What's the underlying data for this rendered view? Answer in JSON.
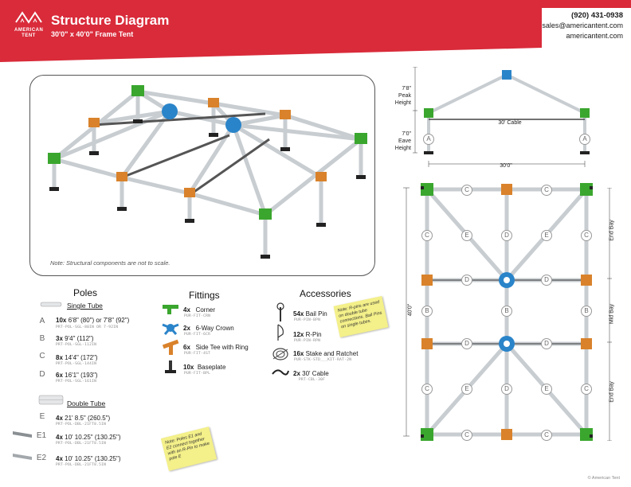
{
  "header": {
    "title": "Structure Diagram",
    "subtitle": "30'0\" x 40'0\" Frame Tent",
    "logo_line1": "AMERICAN",
    "logo_line2": "TENT",
    "phone": "(920) 431-0938",
    "email": "sales@americantent.com",
    "website": "americantent.com"
  },
  "iso_note": "Note: Structural components are not to scale.",
  "side_view": {
    "peak_label_1": "7'8\"",
    "peak_label_2": "Peak",
    "peak_label_3": "Height",
    "eave_label_1": "7'0\"",
    "eave_label_2": "Eave",
    "eave_label_3": "Height",
    "cable_label": "30' Cable",
    "width_label": "30'0\"",
    "pole_left": "A",
    "pole_right": "A"
  },
  "plan_view": {
    "length_label": "40'0\"",
    "bay_top": "End Bay",
    "bay_mid": "Mid Bay",
    "bay_bottom": "End Bay"
  },
  "poles": {
    "title": "Poles",
    "single_tube": "Single Tube",
    "double_tube": "Double Tube",
    "items": [
      {
        "letter": "A",
        "qty": "10x",
        "desc": "6'8\" (80\") or 7'8\" (92\")",
        "pn": "PRT-POL-SGL-80IN OR 7-92IN"
      },
      {
        "letter": "B",
        "qty": "3x",
        "desc": "9'4\" (112\")",
        "pn": "PRT-POL-SGL-112IN"
      },
      {
        "letter": "C",
        "qty": "8x",
        "desc": "14'4\" (172\")",
        "pn": "PRT-POL-SGL-144IN"
      },
      {
        "letter": "D",
        "qty": "6x",
        "desc": "16'1\" (193\")",
        "pn": "PRT-POL-SGL-161IN"
      },
      {
        "letter": "E",
        "qty": "4x",
        "desc": "21' 8.5\" (260.5\")",
        "pn": "PRT-POL-DBL-21FT8.5IN"
      },
      {
        "letter": "E1",
        "qty": "4x",
        "desc": "10' 10.25\" (130.25\")",
        "pn": "PRT-POL-DBL-21FT8.5IN"
      },
      {
        "letter": "E2",
        "qty": "4x",
        "desc": "10' 10.25\" (130.25\")",
        "pn": "PRT-POL-DBL-21FT8.5IN"
      }
    ]
  },
  "fittings": {
    "title": "Fittings",
    "items": [
      {
        "qty": "4x",
        "desc": "Corner",
        "pn": "PUR-FIT-CRN"
      },
      {
        "qty": "2x",
        "desc": "6-Way Crown",
        "pn": "PUR-FIT-6CR"
      },
      {
        "qty": "6x",
        "desc": "Side Tee with Ring",
        "pn": "PUR-FIT-4ST"
      },
      {
        "qty": "10x",
        "desc": "Baseplate",
        "pn": "PUR-FIT-BPL"
      }
    ]
  },
  "accessories": {
    "title": "Accessories",
    "items": [
      {
        "qty": "54x",
        "desc": "Bail Pin",
        "pn": "PUR-PIN-BPN"
      },
      {
        "qty": "12x",
        "desc": "R-Pin",
        "pn": "PUR-PIN-RPN"
      },
      {
        "qty": "16x",
        "desc": "Stake and Ratchet",
        "pn": "PUR-STK-STD___KIT-RAT-2N"
      },
      {
        "qty": "2x",
        "desc": "30' Cable",
        "pn": "PRT-CBL-30F"
      }
    ]
  },
  "notes": {
    "rpin_note": "Note: R-pins are used on double tube connections. Bail Pins on single tubes.",
    "pole_note": "Note: Poles E1 and E2 connect together with an R-Pin to make pole E"
  },
  "copyright": "© American Tent",
  "colors": {
    "brand_red": "#d92b3a",
    "corner_green": "#3aa62e",
    "crown_blue": "#2a84c9",
    "tee_orange": "#d9822b",
    "pole_gray": "#c8cdd1"
  }
}
